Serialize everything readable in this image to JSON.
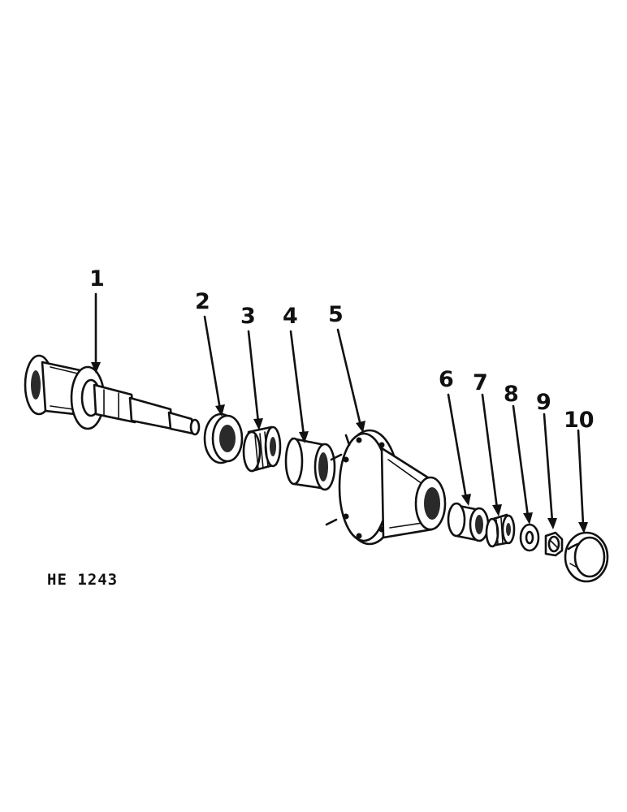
{
  "figure": {
    "id_label": "HE 1243"
  },
  "callouts": [
    {
      "label": "1"
    },
    {
      "label": "2"
    },
    {
      "label": "3"
    },
    {
      "label": "4"
    },
    {
      "label": "5"
    },
    {
      "label": "6"
    },
    {
      "label": "7"
    },
    {
      "label": "8"
    },
    {
      "label": "9"
    },
    {
      "label": "10"
    }
  ],
  "colors": {
    "ink": "#111111",
    "paper": "#ffffff"
  }
}
